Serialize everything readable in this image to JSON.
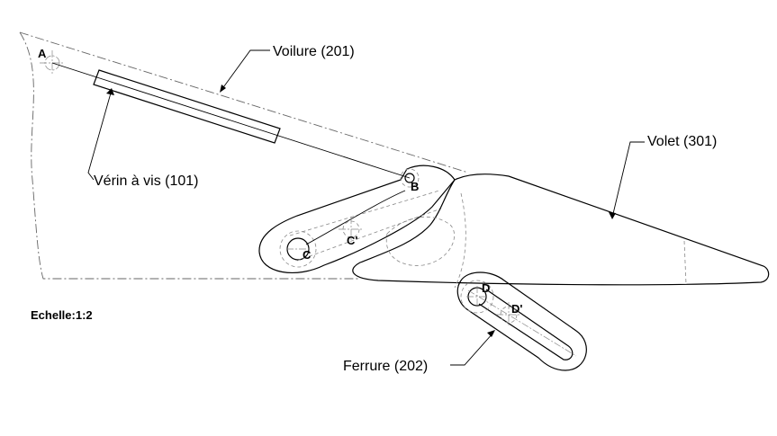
{
  "labels": {
    "voilure": "Voilure (201)",
    "verin": "Vérin à vis (101)",
    "volet": "Volet (301)",
    "ferrure": "Ferrure (202)",
    "echelle": "Echelle:1:2"
  },
  "points": {
    "a": "A",
    "b": "B",
    "c": "C",
    "c_prime": "C'",
    "d": "D",
    "d_prime": "D'"
  }
}
